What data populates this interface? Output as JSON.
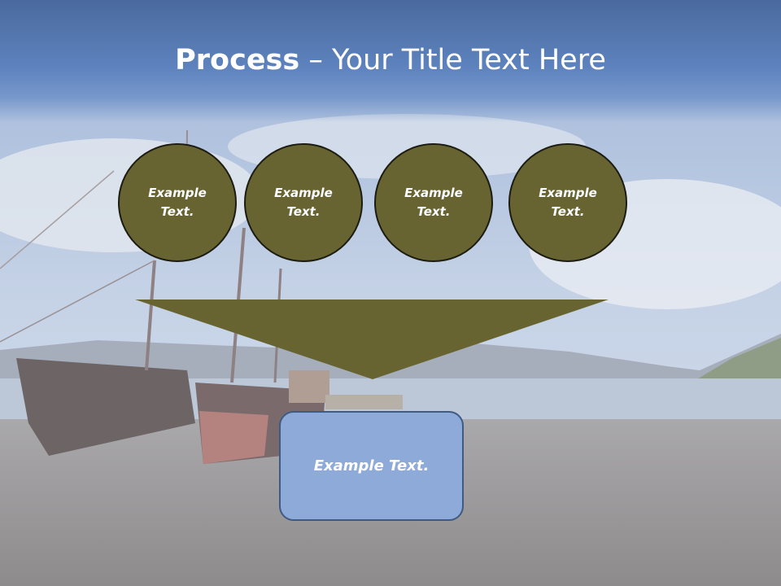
{
  "title": {
    "bold": "Process",
    "rest": " – Your Title Text Here"
  },
  "circles": [
    {
      "line1": "Example",
      "line2": "Text."
    },
    {
      "line1": "Example",
      "line2": "Text."
    },
    {
      "line1": "Example",
      "line2": "Text."
    },
    {
      "line1": "Example",
      "line2": "Text."
    }
  ],
  "result": {
    "label": "Example Text."
  },
  "colors": {
    "circle_fill": "#676432",
    "funnel_fill": "#676432",
    "box_fill": "#8eaad8",
    "box_border": "#3f5a83"
  }
}
